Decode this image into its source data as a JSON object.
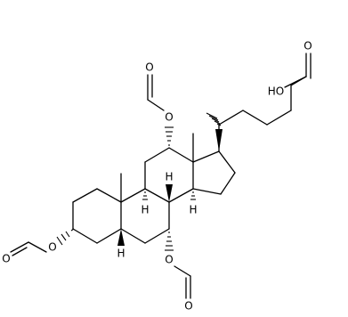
{
  "atom_labels": {
    "acid_oh": "HO",
    "acid_o": "O",
    "ester_o_c12": "O",
    "ester_o_c12_carbonyl": "O",
    "ester_o_c3": "O",
    "ester_o_c3_carbonyl": "O",
    "ester_o_c7": "O",
    "ester_o_c7_carbonyl": "O",
    "h_c9": "H",
    "h_c14": "H",
    "h_c5": "H",
    "h_c8": "H"
  },
  "colors": {
    "ink": "#000000",
    "background": "#ffffff"
  }
}
